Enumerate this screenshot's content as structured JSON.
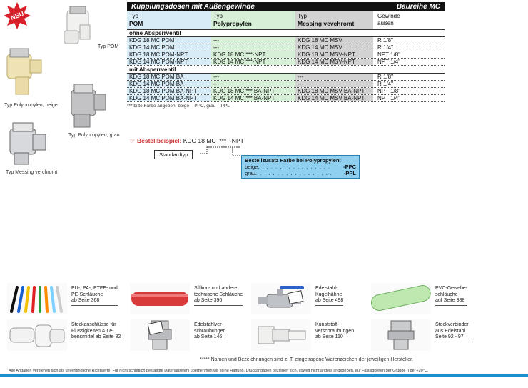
{
  "badge": "NEU",
  "captions": {
    "pom": "Typ POM",
    "polypropylen_beige": "Typ Polypropylen, beige",
    "polypropylen_grau": "Typ Polypropylen, grau",
    "messing": "Typ Messing verchromt"
  },
  "table": {
    "title": "Kupplungsdosen mit Außengewinde",
    "series": "Baureihe MC",
    "headers": [
      {
        "top": "Typ",
        "sub": "POM"
      },
      {
        "top": "Typ",
        "sub": "Polypropylen"
      },
      {
        "top": "Typ",
        "sub": "Messing vevchromt"
      },
      {
        "top": "Gewinde",
        "sub": "außen"
      }
    ],
    "section1": "ohne Absperrventil",
    "rows1": [
      [
        "KDG 18 MC POM",
        "---",
        "KDG 18 MC MSV",
        "R 1/8\""
      ],
      [
        "KDG 14 MC POM",
        "---",
        "KDG 14 MC MSV",
        "R 1/4\""
      ],
      [
        "KDG 18 MC POM-NPT",
        "KDG 18 MC ***-NPT",
        "KDG 18 MC MSV-NPT",
        "NPT 1/8\""
      ],
      [
        "KDG 14 MC POM-NPT",
        "KDG 14 MC ***-NPT",
        "KDG 14 MC MSV-NPT",
        "NPT 1/4\""
      ]
    ],
    "section2": "mit Absperrventil",
    "rows2": [
      [
        "KDG 18 MC POM BA",
        "---",
        "---",
        "R 1/8\""
      ],
      [
        "KDG 14 MC POM BA",
        "---",
        "---",
        "R 1/4\""
      ],
      [
        "KDG 18 MC POM BA-NPT",
        "KDG 18 MC *** BA-NPT",
        "KDG 18 MC MSV BA-NPT",
        "NPT 1/8\""
      ],
      [
        "KDG 14 MC POM BA-NPT",
        "KDG 14 MC *** BA-NPT",
        "KDG 14 MC MSV BA-NPT",
        "NPT 1/4\""
      ]
    ],
    "note": "*** bitte Farbe angeben: beige – PPC, grau – PPL"
  },
  "bestell": {
    "label": "Bestellbeispiel:",
    "code": "KDG 18 MC",
    "stars": "***",
    "suffix": "-NPT",
    "standardtyp": "Standardtyp",
    "zusatz_title": "Bestellzusatz Farbe bei Polypropylen:",
    "beige": "beige",
    "beige_code": "-PPC",
    "grau": "grau",
    "grau_code": "-PPL"
  },
  "cards": [
    {
      "text": "PU-, PA-, PTFE- und\nPE-Schläuche\nab Seite 368"
    },
    {
      "text": "Silikon- und andere\ntechnische Schläuche\nab Seite 396"
    },
    {
      "text": "Edelstahl-\nKugelhähne\nab Seite 498"
    },
    {
      "text": "PVC-Gewebe-\nschläuche\nauf Seite 388"
    },
    {
      "text": "Steckanschlüsse für\nFlüssigkeiten & Le-\nbensmittel ab Seite 82"
    },
    {
      "text": "Edelstahlver-\nschraubungen\nab Seite 146"
    },
    {
      "text": "Kunststoff-\nverschraubungen\nab Seite 110"
    },
    {
      "text": "Steckverbinder\naus Edelstahl\nSeite 92 - 97"
    }
  ],
  "footer_note": "***** Namen und Bezeichnungen sind z. T. eingetragene Warenzeichen der jeweiligen Hersteller.",
  "disclaimer": "Alle Angaben verstehen sich als unverbindliche Richtwerte! Für nicht schriftlich bestätigte Datenauswahl übernehmen wir keine Haftung. Druckangaben beziehen sich, soweit nicht anders angegeben, auf Flüssigkeiten der Gruppe II bei +20°C."
}
